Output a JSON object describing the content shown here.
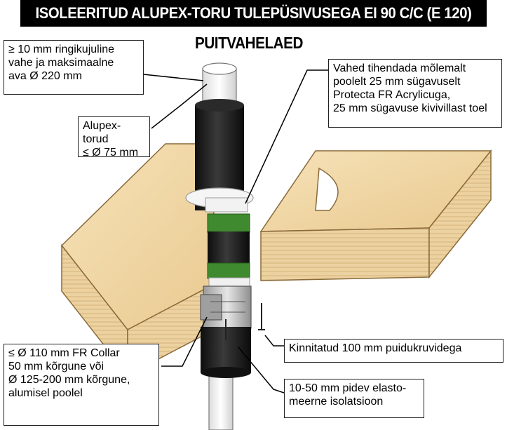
{
  "title": "ISOLEERITUD ALUPEX-TORU TULEPÜSIVUSEGA EI 90 C/C (E 120)",
  "subtitle": "PUITVAHELAED",
  "labels": {
    "gap": "≥ 10 mm ringikujuline\nvahe ja maksimaalne\nava Ø 220 mm",
    "pipes": "Alupex-torud\n≤ Ø 75 mm",
    "seal": "Vahed tihendada mõlemalt\npoolelt 25 mm sügavuselt\nProtecta FR Acrylicuga,\n25 mm sügavuse kivivillast toel",
    "collar": "≤ Ø 110 mm FR Collar\n50 mm kõrgune või\nØ 125-200 mm kõrgune,\nalumisel poolel",
    "screws": "Kinnitatud 100 mm puidukruvidega",
    "insulation": "10-50 mm pidev elasto-\nmeerne isolatsioon"
  },
  "colors": {
    "wood_top": "#f3dcae",
    "wood_side": "#e6c48c",
    "insulation": "#1c1c1c",
    "green_band": "#3f8a2e",
    "pipe": "#f4f4f4",
    "collar": "#c9c9c9"
  }
}
